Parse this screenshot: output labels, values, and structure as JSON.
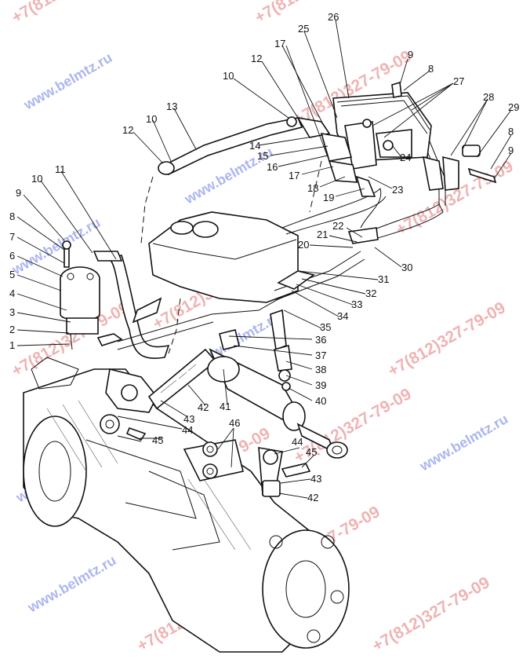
{
  "colors": {
    "ink": "#111111",
    "background": "#ffffff",
    "watermark_phone": "#e06a6a",
    "watermark_site": "#5c6ee0"
  },
  "watermark": {
    "phone": "+7(812)327-79-09",
    "site": "www.belmtz.ru"
  },
  "callouts": {
    "c1": "1",
    "c2": "2",
    "c3": "3",
    "c4": "4",
    "c5": "5",
    "c6": "6",
    "c7": "7",
    "c8a": "8",
    "c9a": "9",
    "c10a": "10",
    "c11": "11",
    "c12a": "12",
    "c10b": "10",
    "c13": "13",
    "c12b": "12",
    "c10c": "10",
    "c14": "14",
    "c15": "15",
    "c16": "16",
    "c17a": "17",
    "c17b": "17",
    "c18": "18",
    "c19": "19",
    "c20": "20",
    "c21": "21",
    "c22": "22",
    "c23": "23",
    "c24": "24",
    "c25": "25",
    "c26": "26",
    "c27": "27",
    "c28": "28",
    "c29": "29",
    "c8b": "8",
    "c9b": "9",
    "c8c": "8",
    "c9c": "9",
    "c30": "30",
    "c31": "31",
    "c32": "32",
    "c33": "33",
    "c34": "34",
    "c35": "35",
    "c36": "36",
    "c37": "37",
    "c38": "38",
    "c39": "39",
    "c40": "40",
    "c41": "41",
    "c42a": "42",
    "c43a": "43",
    "c44a": "44",
    "c45a": "45",
    "c46": "46",
    "c44b": "44",
    "c45b": "45",
    "c43b": "43",
    "c42b": "42"
  }
}
